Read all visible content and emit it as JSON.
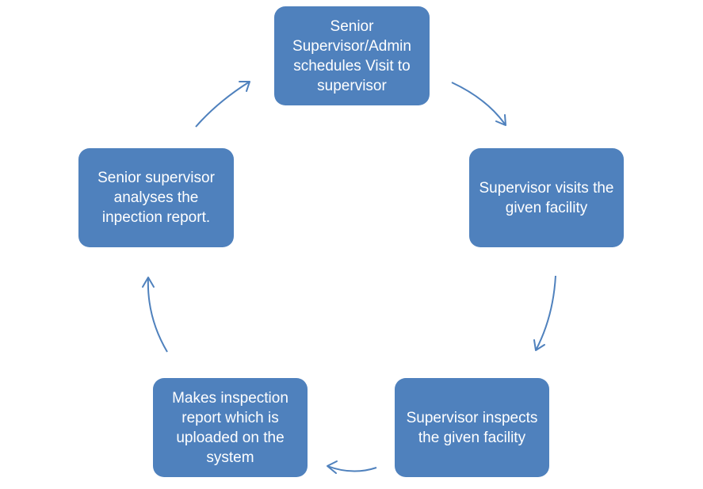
{
  "diagram": {
    "type": "cycle",
    "colors": {
      "node_fill": "#4f81bd",
      "node_text": "#ffffff",
      "arrow": "#4f81bd"
    },
    "nodes": [
      {
        "id": "n1",
        "label": "Senior Supervisor/Admin schedules Visit to supervisor"
      },
      {
        "id": "n2",
        "label": "Supervisor visits the given facility"
      },
      {
        "id": "n3",
        "label": "Supervisor inspects the given facility"
      },
      {
        "id": "n4",
        "label": "Makes inspection report which is uploaded on the system"
      },
      {
        "id": "n5",
        "label": "Senior supervisor analyses the inpection report."
      }
    ],
    "edges": [
      {
        "from": "n1",
        "to": "n2"
      },
      {
        "from": "n2",
        "to": "n3"
      },
      {
        "from": "n3",
        "to": "n4"
      },
      {
        "from": "n4",
        "to": "n5"
      },
      {
        "from": "n5",
        "to": "n1"
      }
    ]
  }
}
